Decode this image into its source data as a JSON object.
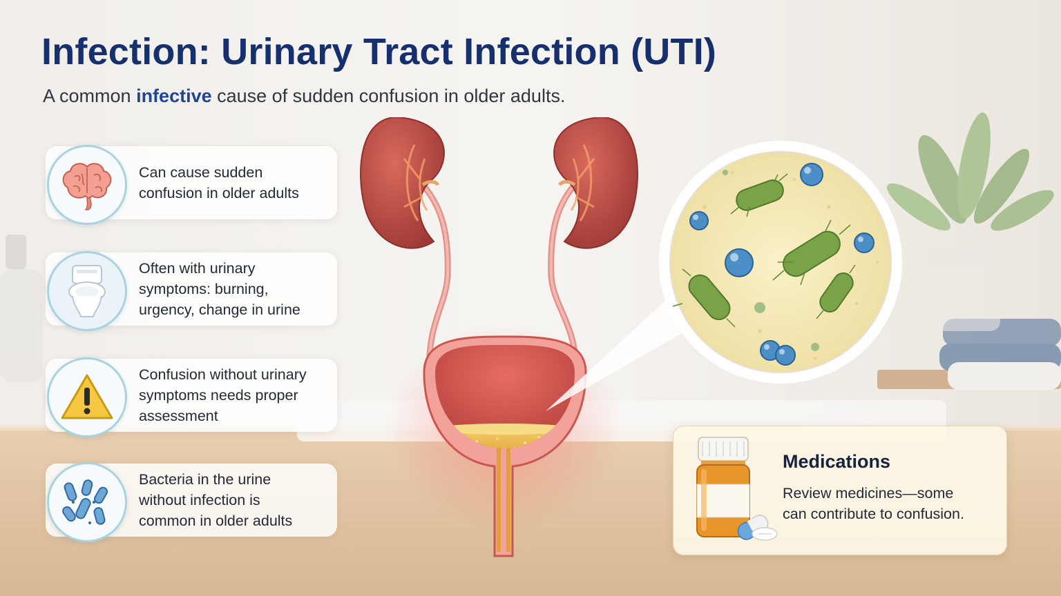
{
  "title": "Infection: Urinary Tract Infection (UTI)",
  "subtitle": {
    "before": "A common ",
    "highlight": "infective",
    "after": " cause of sudden confusion in older adults."
  },
  "cards": [
    {
      "icon": "brain-icon",
      "lines": [
        "Can cause sudden",
        "confusion in older adults"
      ]
    },
    {
      "icon": "toilet-icon",
      "lines": [
        "Often with urinary",
        "symptoms: burning,",
        "urgency, change in urine"
      ]
    },
    {
      "icon": "warning-icon",
      "lines": [
        "Confusion without urinary",
        "symptoms needs proper",
        "assessment"
      ]
    },
    {
      "icon": "bacteria-icon",
      "lines": [
        "Bacteria in the urine",
        "without infection is",
        "common in older adults"
      ]
    }
  ],
  "medications": {
    "title": "Medications",
    "lines": [
      "Review medicines—some",
      "can contribute to confusion."
    ],
    "icon": "pill-bottle-icon"
  },
  "diagram": {
    "parts": [
      "kidney-left",
      "kidney-right",
      "ureter-left",
      "ureter-right",
      "bladder",
      "urethra",
      "bacteria-magnifier"
    ]
  },
  "colors": {
    "title": "#16306e",
    "highlight": "#1f4690",
    "icon_ring": "#a9d3df",
    "kidney": "#b8453f",
    "urine": "#e8b94a",
    "bacteria_green": "#7aa246",
    "cocci_blue": "#4c8fc7"
  }
}
